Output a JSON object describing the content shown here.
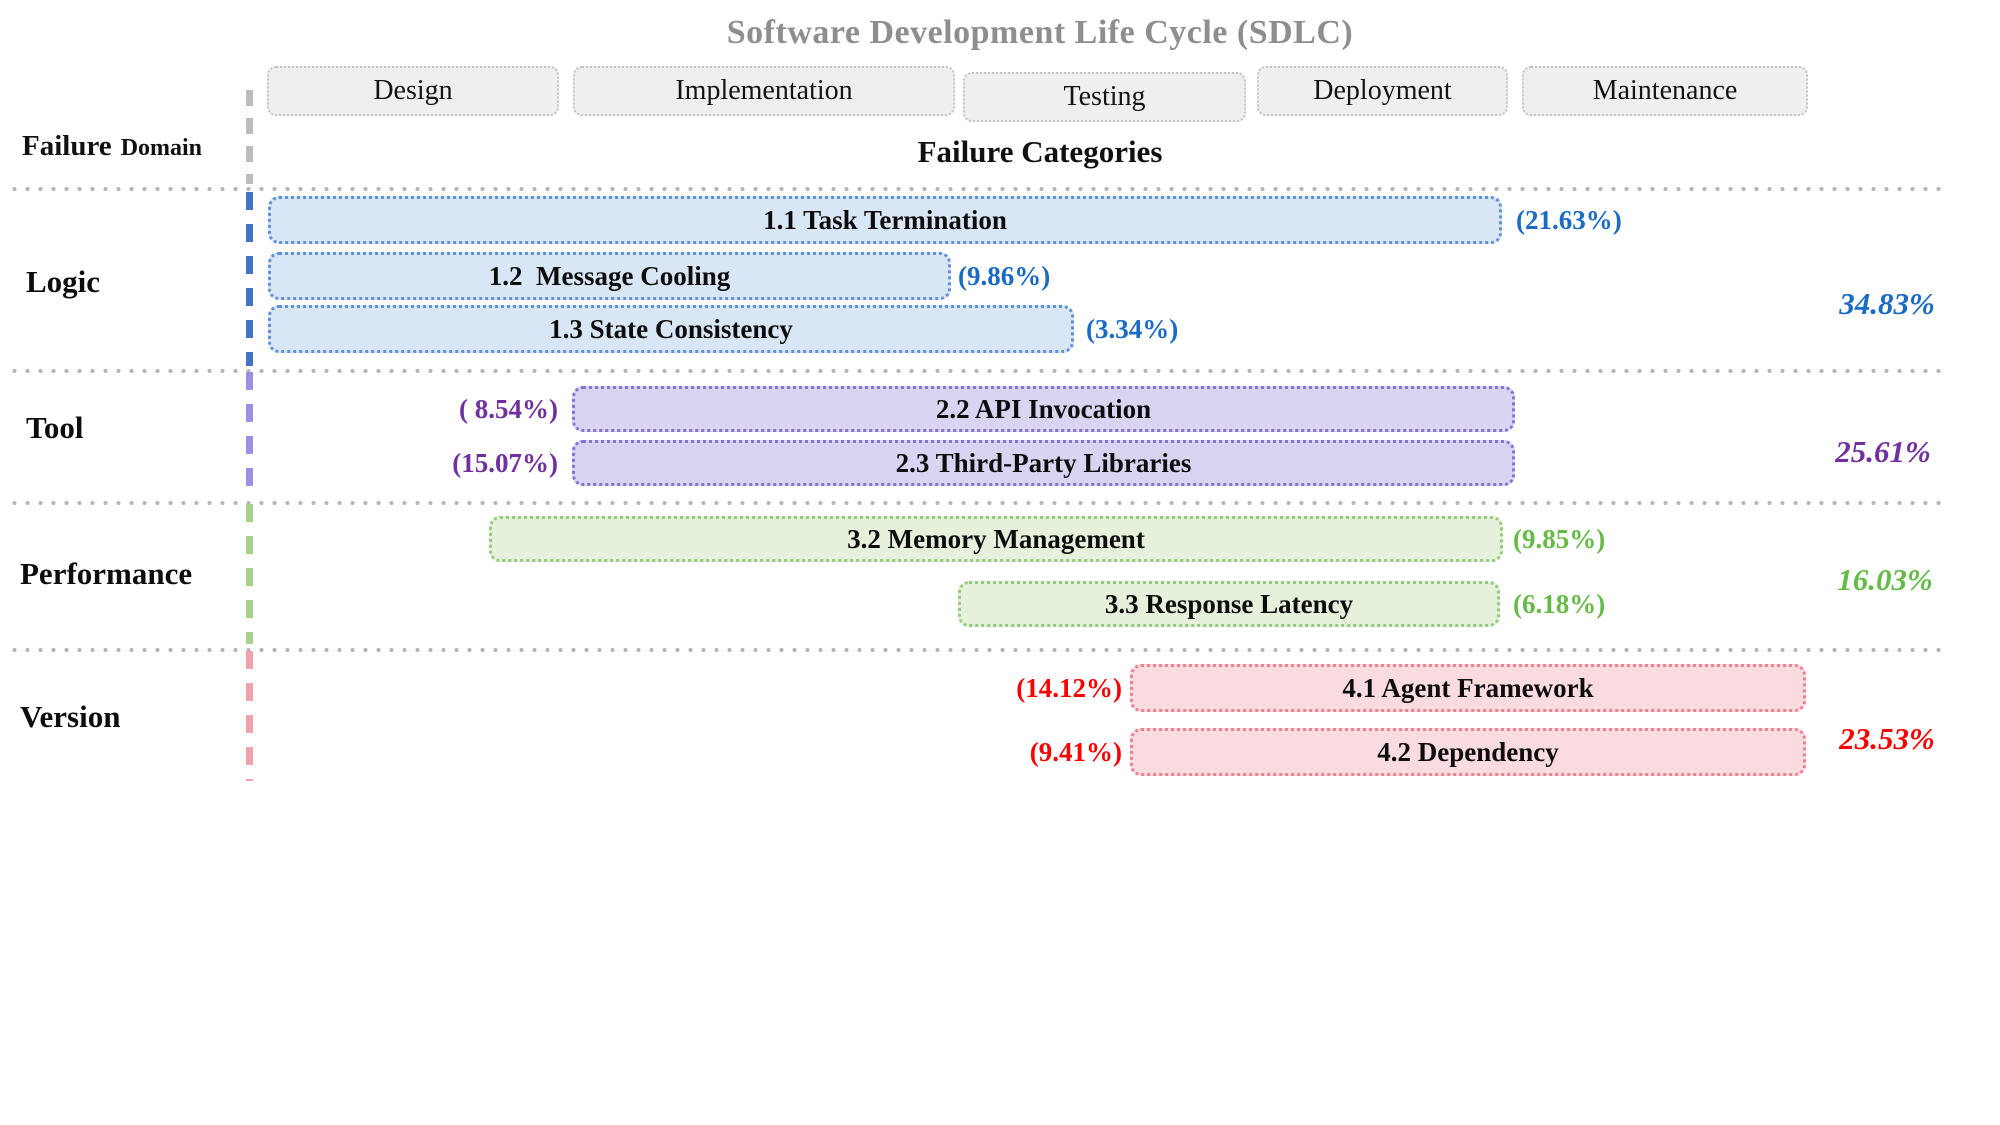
{
  "title": "Software Development Life Cycle (SDLC)",
  "header": {
    "left_label_word1": "Failure",
    "left_label_word2": "Domain",
    "right_label": "Failure Categories"
  },
  "phases": [
    {
      "label": "Design"
    },
    {
      "label": "Implementation"
    },
    {
      "label": "Testing"
    },
    {
      "label": "Deployment"
    },
    {
      "label": "Maintenance"
    }
  ],
  "colors": {
    "title_gray": "#8e8e8e",
    "phase_fill": "#efefef",
    "divider_dot": "#b5b5b5",
    "logic_accent": "#1b6ac4",
    "logic_fill": "#d9e6f6",
    "logic_border": "#5f8fd5",
    "logic_dash": "#4472c4",
    "tool_accent": "#7030a0",
    "tool_fill": "#dad3f1",
    "tool_border": "#8573d3",
    "tool_dash": "#9e8fe0",
    "performance_accent": "#65bb46",
    "performance_fill": "#e5f1db",
    "performance_border": "#94ca7d",
    "performance_dash": "#a9d18e",
    "version_accent": "#fb0000",
    "version_fill": "#fadbe0",
    "version_border": "#f0808f",
    "version_dash": "#f29fae"
  },
  "sections": [
    {
      "name": "Logic",
      "total": "34.83%",
      "bars": [
        {
          "label": "1.1 Task Termination",
          "pct": "(21.63%)",
          "pct_side": "right"
        },
        {
          "label": "1.2  Message Cooling",
          "pct": "(9.86%)",
          "pct_side": "right"
        },
        {
          "label": "1.3 State Consistency",
          "pct": "(3.34%)",
          "pct_side": "right"
        }
      ]
    },
    {
      "name": "Tool",
      "total": "25.61%",
      "bars": [
        {
          "label": "2.2 API Invocation",
          "pct": "( 8.54%)",
          "pct_side": "left"
        },
        {
          "label": "2.3 Third-Party Libraries",
          "pct": "(15.07%)",
          "pct_side": "left"
        }
      ]
    },
    {
      "name": "Performance",
      "total": "16.03%",
      "bars": [
        {
          "label": "3.2 Memory Management",
          "pct": "(9.85%)",
          "pct_side": "right"
        },
        {
          "label": "3.3 Response Latency",
          "pct": "(6.18%)",
          "pct_side": "right"
        }
      ]
    },
    {
      "name": "Version",
      "total": "23.53%",
      "bars": [
        {
          "label": "4.1 Agent Framework",
          "pct": "(14.12%)",
          "pct_side": "left"
        },
        {
          "label": "4.2 Dependency",
          "pct": "(9.41%)",
          "pct_side": "left"
        }
      ]
    }
  ]
}
